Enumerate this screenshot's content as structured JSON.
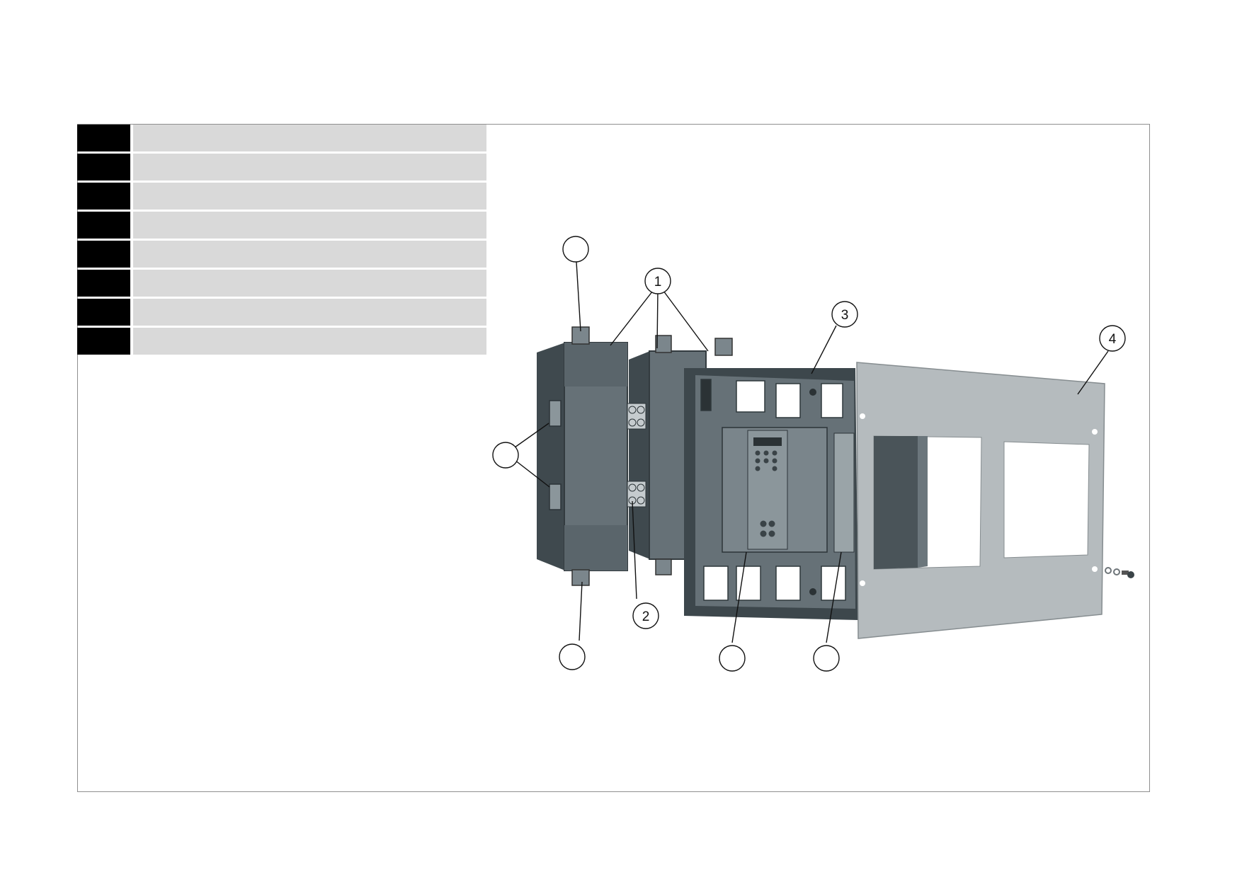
{
  "legend": {
    "rows": [
      {
        "number": "",
        "text": ""
      },
      {
        "number": "",
        "text": ""
      },
      {
        "number": "",
        "text": ""
      },
      {
        "number": "",
        "text": ""
      },
      {
        "number": "",
        "text": ""
      },
      {
        "number": "",
        "text": ""
      },
      {
        "number": "",
        "text": ""
      },
      {
        "number": "",
        "text": ""
      }
    ]
  },
  "diagram": {
    "callouts": {
      "one": "1",
      "two": "2",
      "three": "3",
      "four": "4",
      "blank_top": "",
      "blank_left": "",
      "blank_bottom_left": "",
      "blank_bottom_mid": "",
      "blank_bottom_right": ""
    },
    "colors": {
      "module_dark": "#505a60",
      "module_mid": "#657077",
      "frame_dark": "#3d474c",
      "plate": "#b5bbbe",
      "outline": "#8f8f8f"
    }
  }
}
